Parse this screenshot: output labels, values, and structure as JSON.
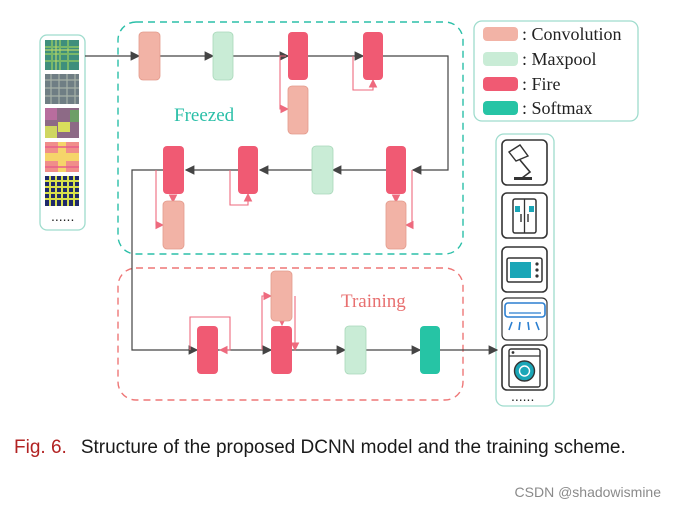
{
  "legend": {
    "conv": ": Convolution",
    "maxpool": ": Maxpool",
    "fire": ": Fire",
    "softmax": ": Softmax"
  },
  "regions": {
    "freezed": "Freezed",
    "training": "Training"
  },
  "inputs": {
    "more": "......"
  },
  "outputs": {
    "more": "......"
  },
  "caption": {
    "fig": "Fig. 6.",
    "text": "Structure of the proposed DCNN model and the training scheme."
  },
  "watermark": "CSDN @shadowismine",
  "colors": {
    "conv": "#f2b3a6",
    "maxpool": "#c9ecd6",
    "fire": "#f05a73",
    "softmax": "#26c4a5",
    "freezed": "#2bbfa8",
    "training": "#ee7777"
  }
}
